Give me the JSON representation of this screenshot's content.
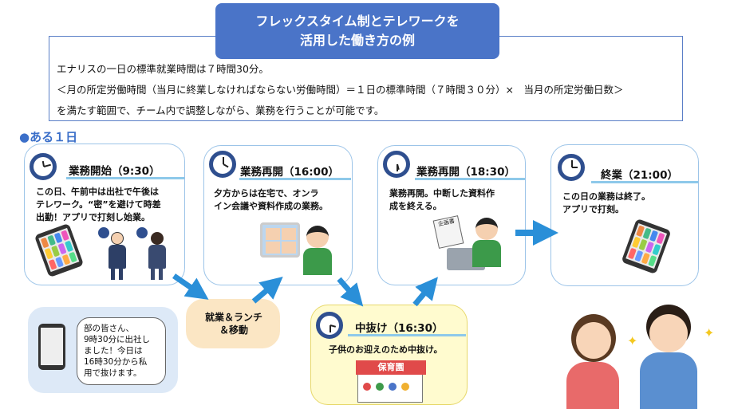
{
  "title": {
    "line1": "フレックスタイム制とテレワークを",
    "line2": "活用した働き方の例"
  },
  "info": {
    "line1": "エナリスの一日の標準就業時間は７時間30分。",
    "line2": "＜月の所定労働時間（当月に終業しなければならない労働時間）＝１日の標準時間（７時間３０分）×　当月の所定労働日数＞",
    "line3": "を満たす範囲で、チーム内で調整しながら、業務を行うことが可能です。"
  },
  "section_label": "●ある１日",
  "cards": {
    "start": {
      "title": "業務開始（9:30）",
      "text": [
        "この日、午前中は出社で午後は",
        "テレワーク。“密”を避けて時差",
        "出勤！アプリで打刻し始業。"
      ]
    },
    "resume1": {
      "title": "業務再開（16:00）",
      "text": [
        "夕方からは在宅で、オンラ",
        "イン会議や資料作成の業務。"
      ]
    },
    "resume2": {
      "title": "業務再開（18:30）",
      "text": [
        "業務再開。中断した資料作",
        "成を終える。"
      ],
      "doc_label": "企画書"
    },
    "end": {
      "title": "終業（21:00）",
      "text": [
        "この日の業務は終了。",
        "アプリで打刻。"
      ]
    },
    "break": {
      "title": "中抜け（16:30）",
      "text": [
        "子供のお迎えのため中抜け。"
      ],
      "sign": "保育園"
    },
    "work_lunch": {
      "text": [
        "就業＆ランチ",
        "＆移動"
      ]
    }
  },
  "chat_bubble": {
    "text": [
      "部の皆さん、",
      "9時30分に出社し",
      "ました！今日は",
      "16時30分から私",
      "用で抜けます。"
    ]
  },
  "colors": {
    "title_bg": "#4a74c8",
    "card_border": "#9cc4e8",
    "arrow": "#2a8fd8",
    "section": "#3b6fc9"
  },
  "icons": [
    "clock-icon",
    "smartphone-icon",
    "arrow-icon",
    "office-worker-illustration",
    "laptop-icon",
    "nursery-building-icon"
  ]
}
